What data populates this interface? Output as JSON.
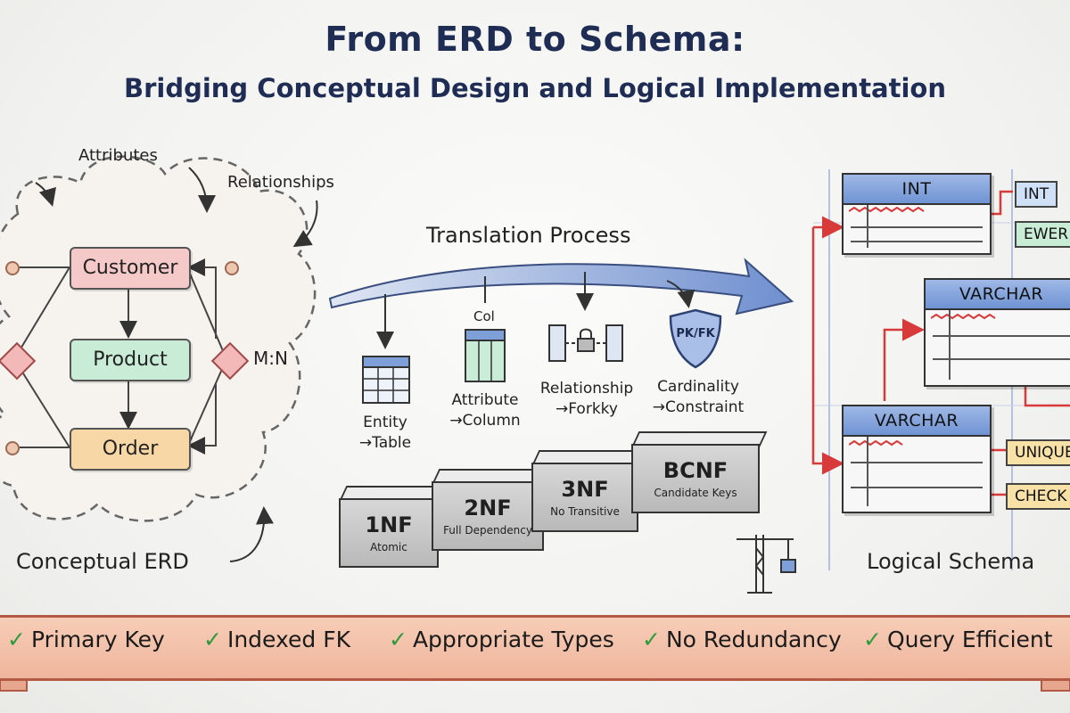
{
  "title": "From ERD to Schema:",
  "subtitle": "Bridging Conceptual Design and Logical Implementation",
  "erd": {
    "annotations": {
      "attributes": "Attributes",
      "relationships": "Relationships"
    },
    "entities": [
      "Customer",
      "Product",
      "Order"
    ],
    "cardinality": "M:N",
    "label": "Conceptual ERD"
  },
  "translation": {
    "title": "Translation Process",
    "col_label": "Col",
    "shield_label": "PK/FK",
    "steps": [
      {
        "line1": "Entity",
        "line2": "→Table"
      },
      {
        "line1": "Attribute",
        "line2": "→Column"
      },
      {
        "line1": "Relationship",
        "line2": "→Forkky"
      },
      {
        "line1": "Cardinality",
        "line2": "→Constraint"
      }
    ],
    "normal_forms": [
      {
        "name": "1NF",
        "desc": "Atomic"
      },
      {
        "name": "2NF",
        "desc": "Full Dependency"
      },
      {
        "name": "3NF",
        "desc": "No Transitive"
      },
      {
        "name": "BCNF",
        "desc": "Candidate Keys"
      }
    ]
  },
  "schema": {
    "tables": [
      "INT",
      "VARCHAR",
      "VARCHAR"
    ],
    "tags": [
      "INT",
      "EWER",
      "UNIQUE",
      "CHECK"
    ],
    "label": "Logical Schema"
  },
  "checklist": [
    "Primary Key",
    "Indexed FK",
    "Appropriate Types",
    "No Redundancy",
    "Query Efficient"
  ],
  "colors": {
    "title": "#1f2d55",
    "customer": "#f6c9c9",
    "product": "#c9ecd6",
    "order": "#f8d7a6",
    "table_header": "#7f9fd9",
    "banner": "#f3c1aa",
    "check": "#2e9a3c",
    "connector": "#d83a3a"
  }
}
